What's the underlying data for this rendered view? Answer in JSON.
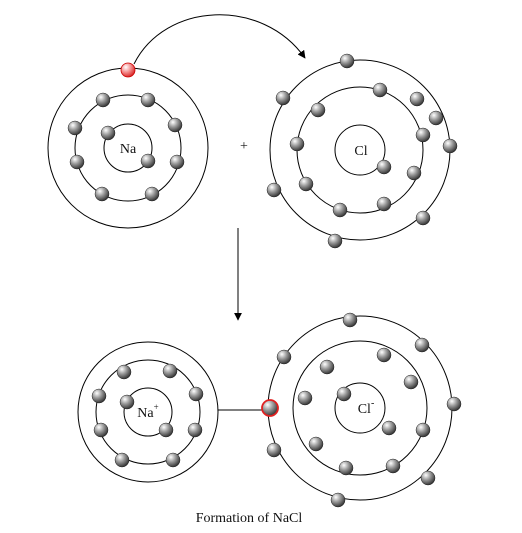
{
  "caption": "Formation of NaCl",
  "plus_sign": "+",
  "atoms": {
    "na": {
      "symbol": "Na"
    },
    "cl": {
      "symbol": "Cl"
    },
    "na_ion": {
      "symbol": "Na",
      "charge": "+"
    },
    "cl_ion": {
      "symbol": "Cl",
      "charge": "-"
    }
  },
  "colors": {
    "electron": "#6b6b6b",
    "transferred_electron": "#e53935",
    "line": "#000000"
  }
}
